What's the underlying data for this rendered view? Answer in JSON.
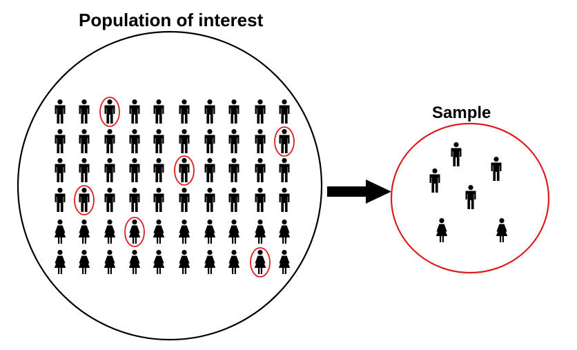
{
  "population": {
    "title": "Population of interest",
    "rows": [
      [
        "male",
        "male",
        "male",
        "male",
        "male",
        "male",
        "male",
        "male",
        "male",
        "male"
      ],
      [
        "male",
        "male",
        "male",
        "male",
        "male",
        "male",
        "male",
        "male",
        "male",
        "male"
      ],
      [
        "male",
        "male",
        "male",
        "male",
        "male",
        "male",
        "male",
        "male",
        "male",
        "male"
      ],
      [
        "male",
        "male",
        "male",
        "male",
        "male",
        "male",
        "male",
        "male",
        "male",
        "male"
      ],
      [
        "female",
        "female",
        "female",
        "female",
        "female",
        "female",
        "female",
        "female",
        "female",
        "female"
      ],
      [
        "female",
        "female",
        "female",
        "female",
        "female",
        "female",
        "female",
        "female",
        "female",
        "female"
      ]
    ],
    "selected": [
      [
        0,
        2
      ],
      [
        1,
        9
      ],
      [
        2,
        5
      ],
      [
        3,
        1
      ],
      [
        4,
        3
      ],
      [
        5,
        8
      ]
    ]
  },
  "sample": {
    "title": "Sample",
    "people": [
      "male",
      "male",
      "male",
      "male",
      "female",
      "female"
    ]
  },
  "colors": {
    "figure": "#000000",
    "highlight": "#e0191e",
    "outline": "#000000"
  },
  "icons": {
    "male": "male-person-icon",
    "female": "female-person-icon",
    "arrow": "right-arrow-icon"
  }
}
